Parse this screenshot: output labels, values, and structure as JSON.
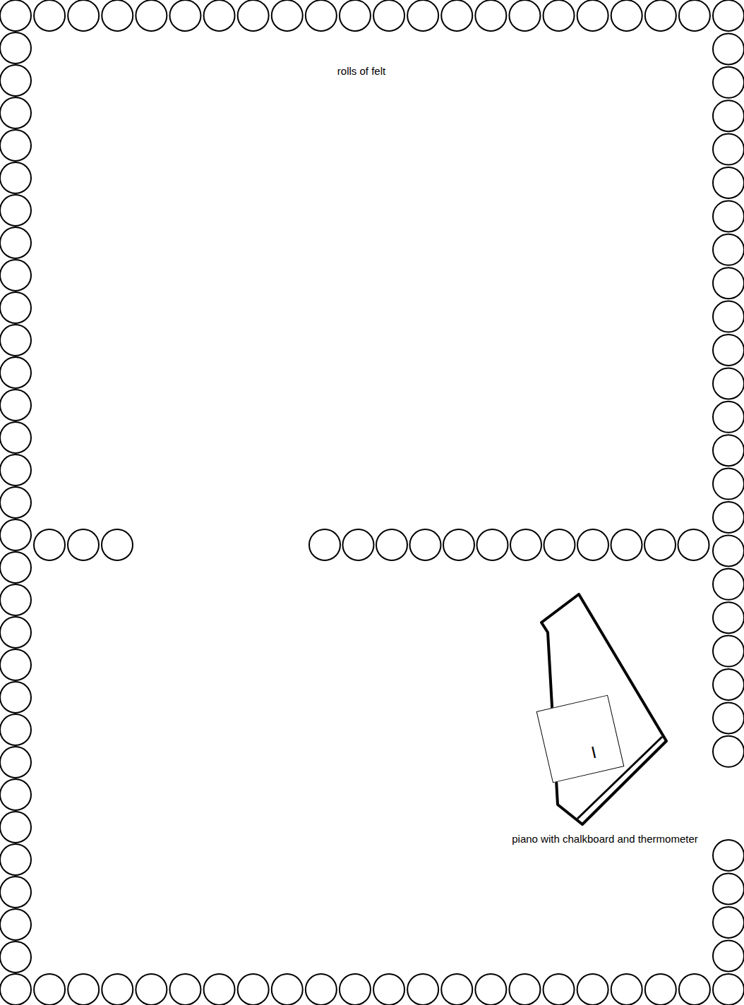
{
  "diagram": {
    "nodes": [
      {
        "text": [
          "piano with chalkboard and thermometer"
        ]
      },
      {
        "text": [
          "I"
        ],
        "in": 0
      }
    ],
    "labels": [
      "rolls of felt"
    ]
  }
}
